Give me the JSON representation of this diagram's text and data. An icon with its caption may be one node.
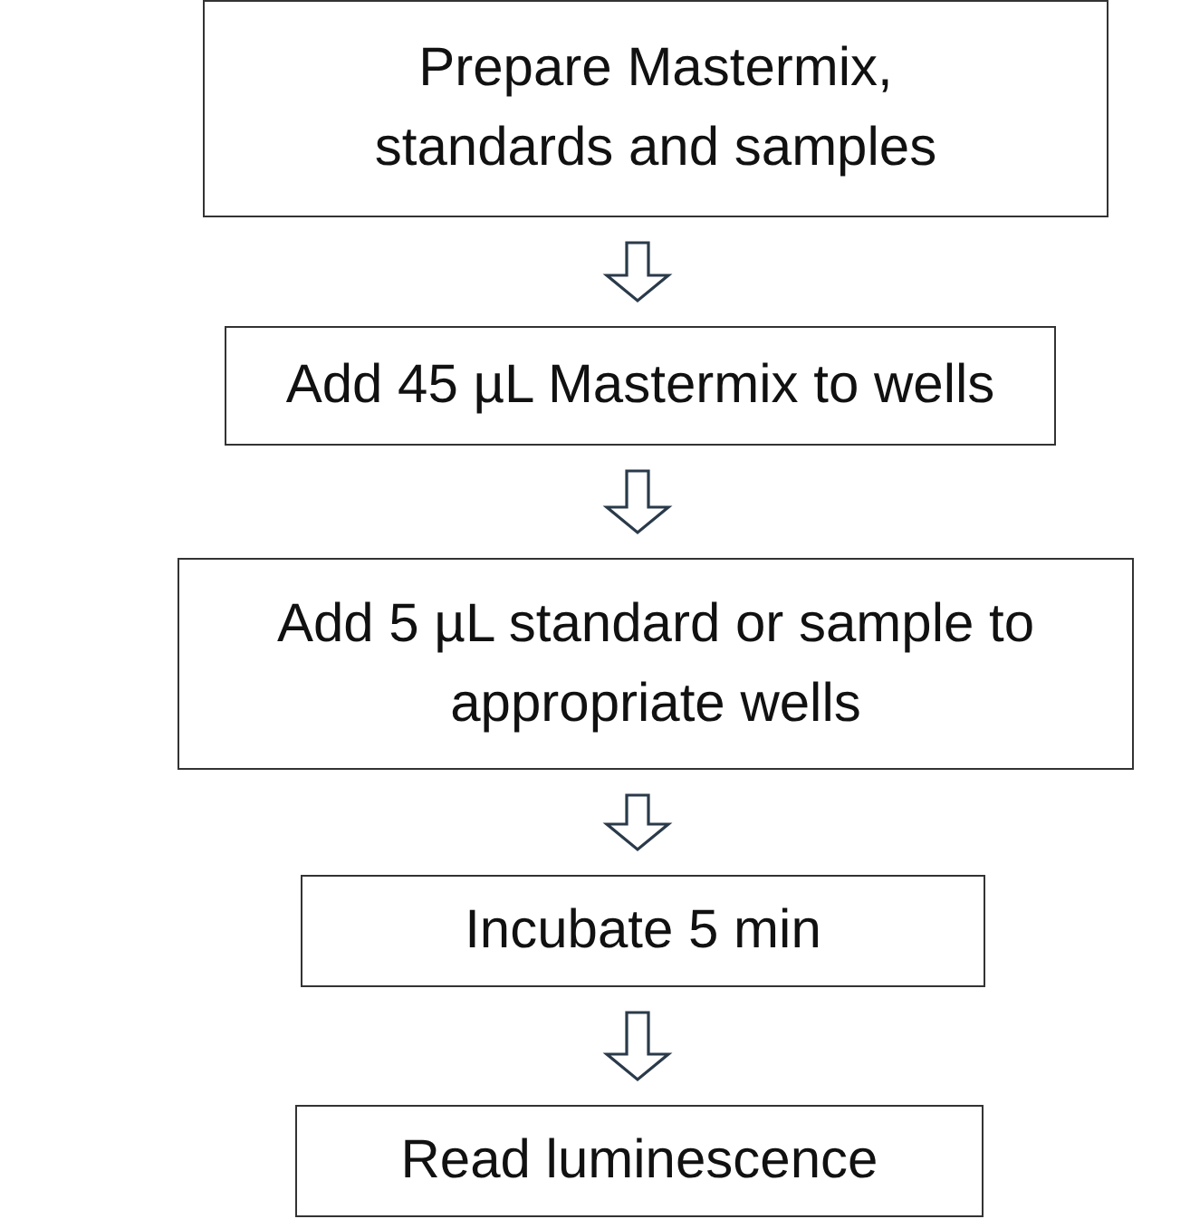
{
  "diagram": {
    "nodes": [
      {
        "text": [
          "Prepare Mastermix, standards and samples"
        ]
      },
      {
        "text": [
          "Add 45 µL Mastermix to wells"
        ]
      },
      {
        "text": [
          "Add 5 µL standard or sample to appropriate wells"
        ]
      },
      {
        "text": [
          "Incubate 5 min"
        ]
      },
      {
        "text": [
          "Read luminescence"
        ]
      }
    ],
    "edges": [
      {
        "from": 0,
        "to": 1,
        "arrow": "to"
      },
      {
        "from": 1,
        "to": 2,
        "arrow": "to"
      },
      {
        "from": 2,
        "to": 3,
        "arrow": "to"
      },
      {
        "from": 3,
        "to": 4,
        "arrow": "to"
      }
    ]
  }
}
